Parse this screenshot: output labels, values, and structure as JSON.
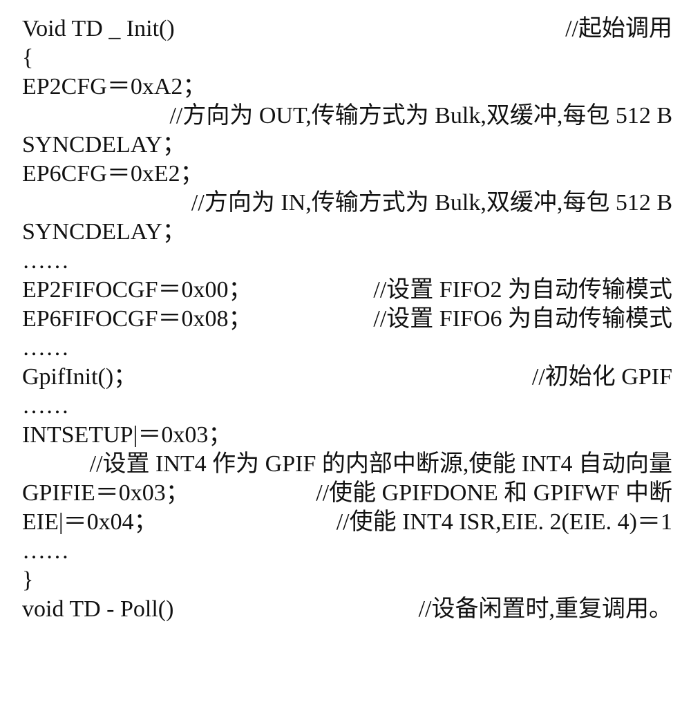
{
  "lines": [
    {
      "code": "Void TD _ Init()",
      "comment": "//起始调用"
    },
    {
      "code": "{"
    },
    {
      "code": "EP2CFG＝0xA2；"
    },
    {
      "comment": "//方向为 OUT,传输方式为 Bulk,双缓冲,每包 512 B"
    },
    {
      "code": "SYNCDELAY；"
    },
    {
      "code": "EP6CFG＝0xE2；"
    },
    {
      "comment": "//方向为 IN,传输方式为 Bulk,双缓冲,每包 512 B"
    },
    {
      "code": "SYNCDELAY；"
    },
    {
      "code": "……"
    },
    {
      "code": "EP2FIFOCGF＝0x00；",
      "comment": "//设置 FIFO2 为自动传输模式"
    },
    {
      "code": "EP6FIFOCGF＝0x08；",
      "comment": "//设置 FIFO6 为自动传输模式"
    },
    {
      "code": "……"
    },
    {
      "code": "GpifInit()；",
      "comment": "//初始化 GPIF"
    },
    {
      "code": "……"
    },
    {
      "code": "INTSETUP|＝0x03；"
    },
    {
      "comment": "//设置 INT4 作为 GPIF 的内部中断源,使能 INT4 自动向量"
    },
    {
      "code": "GPIFIE＝0x03；",
      "comment": "//使能 GPIFDONE 和 GPIFWF 中断"
    },
    {
      "code": "EIE|＝0x04；",
      "comment": "//使能 INT4 ISR,EIE. 2(EIE. 4)＝1"
    },
    {
      "code": "……"
    },
    {
      "code": "}"
    },
    {
      "code": "void TD - Poll()",
      "comment": "//设备闲置时,重复调用。"
    }
  ]
}
